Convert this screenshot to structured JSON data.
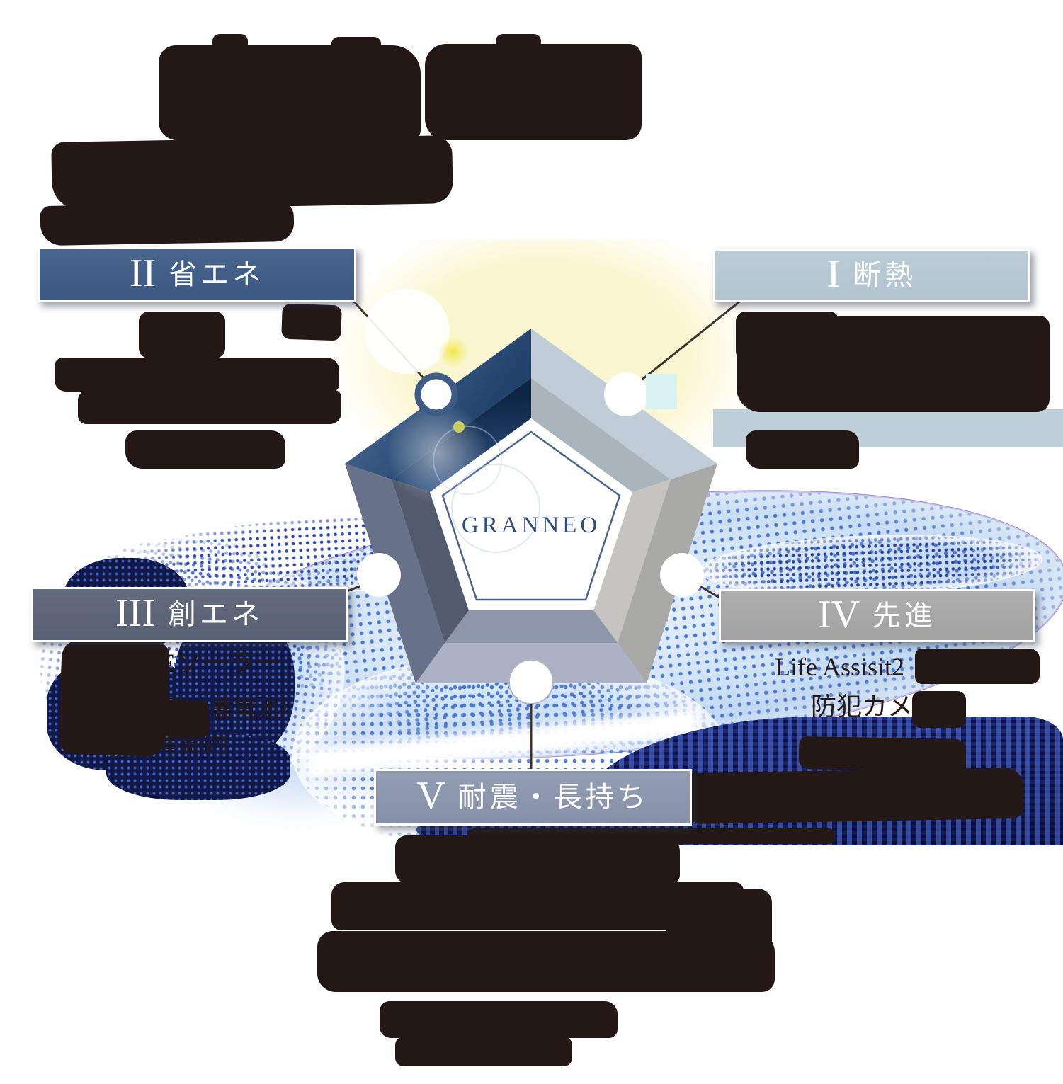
{
  "brand": {
    "name": "GRANNEO"
  },
  "pillars": [
    {
      "numeral": "I",
      "label": "断熱",
      "color": "#b7c9d3"
    },
    {
      "numeral": "II",
      "label": "省エネ",
      "color": "#3f5e88"
    },
    {
      "numeral": "III",
      "label": "創エネ",
      "color": "#5d6577"
    },
    {
      "numeral": "IV",
      "label": "先進",
      "color": "#a9a9a9"
    },
    {
      "numeral": "V",
      "label": "耐震・長持ち",
      "color": "#8d98af"
    }
  ],
  "details": {
    "creation": {
      "line1": "FUTUREソーラー",
      "line2": "（太陽光発電・蓄電池）",
      "line3": "※10年間0円"
    },
    "advanced": {
      "line1": "Life Assisit2",
      "line2": "防犯カメラ"
    }
  },
  "palette": {
    "ink_blob": "#231815",
    "brand_text": "#2d4d80",
    "bar_i": "#b7c9d3",
    "bar_ii": "#3f5e88",
    "bar_iii": "#5d6577",
    "bar_iv": "#a9a9a9",
    "bar_v": "#8d98af",
    "wave_dot_blue": "#4b79cf",
    "wave_navy": "#1b2468",
    "glow_yellow": "#faf6ce",
    "insulation_band": "#bdced8"
  }
}
